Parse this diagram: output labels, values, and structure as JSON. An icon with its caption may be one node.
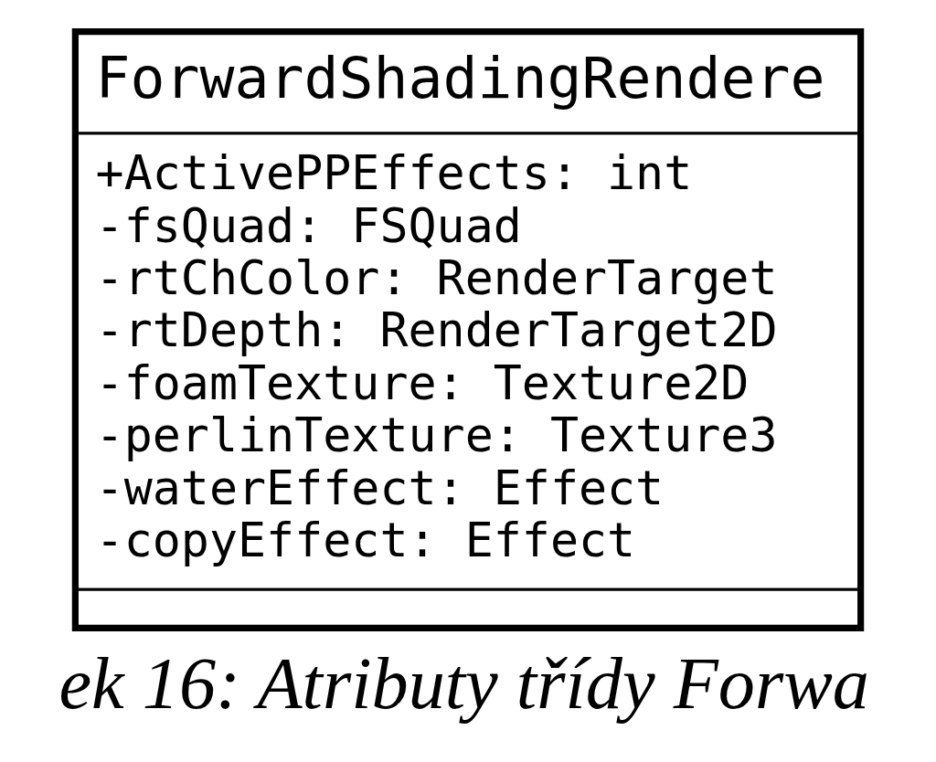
{
  "diagram": {
    "caption": "ek 16: Atributy třídy Forwa",
    "nodes": [
      {
        "text": [
          "ForwardShadingRendere",
          "+ActivePPEffects: int",
          "-fsQuad: FSQuad",
          "-rtChColor: RenderTarget",
          "-rtDepth: RenderTarget2D",
          "-foamTexture: Texture2D",
          "-perlinTexture: Texture3",
          "-waterEffect: Effect",
          "-copyEffect: Effect"
        ]
      }
    ],
    "edges": []
  }
}
